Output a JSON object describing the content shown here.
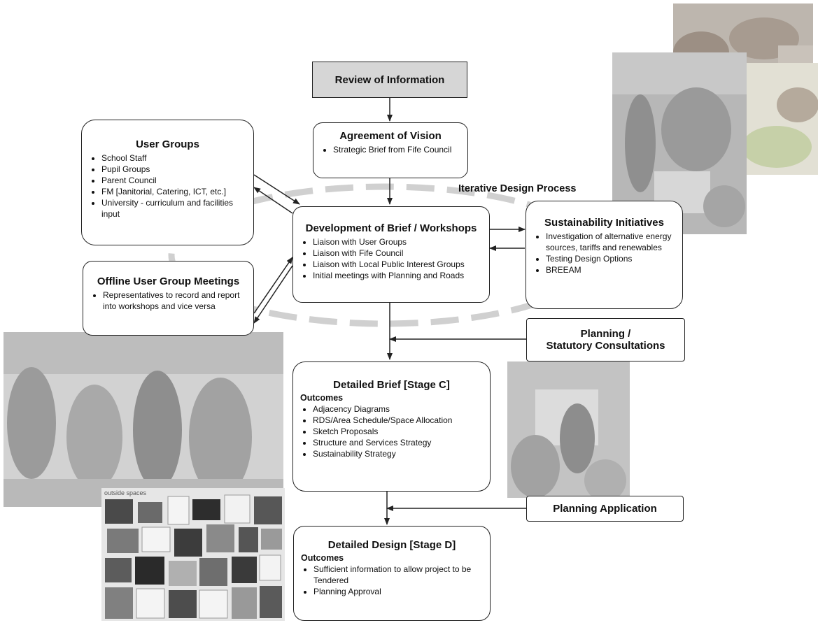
{
  "header": {
    "title": "Review of Information"
  },
  "vision": {
    "title": "Agreement of Vision",
    "items": [
      "Strategic Brief from Fife Council"
    ]
  },
  "user_groups": {
    "title": "User Groups",
    "items": [
      "School Staff",
      "Pupil Groups",
      "Parent Council",
      "FM [Janitorial, Catering, ICT, etc.]",
      "University - curriculum and facilities input"
    ]
  },
  "offline": {
    "title": "Offline User Group Meetings",
    "items": [
      "Representatives to record and report into workshops and vice versa"
    ]
  },
  "iterative_label": "Iterative Design Process",
  "development": {
    "title": "Development of Brief / Workshops",
    "items": [
      "Liaison with User Groups",
      "Liaison with Fife Council",
      "Liaison with Local Public Interest Groups",
      "Initial meetings with Planning and Roads"
    ]
  },
  "sustainability": {
    "title": "Sustainability Initiatives",
    "items": [
      "Investigation of alternative energy sources, tariffs and renewables",
      "Testing Design Options",
      "BREEAM"
    ]
  },
  "planning_consult": {
    "line1": "Planning /",
    "line2": "Statutory Consultations"
  },
  "stage_c": {
    "title": "Detailed Brief [Stage C]",
    "outcomes_label": "Outcomes",
    "items": [
      "Adjacency Diagrams",
      "RDS/Area Schedule/Space Allocation",
      "Sketch Proposals",
      "Structure and Services Strategy",
      "Sustainability Strategy"
    ]
  },
  "planning_app": {
    "title": "Planning Application"
  },
  "stage_d": {
    "title": "Detailed Design [Stage D]",
    "outcomes_label": "Outcomes",
    "items": [
      "Sufficient information to allow project to be Tendered",
      "Planning Approval"
    ]
  },
  "collage": {
    "caption": "outside spaces"
  }
}
